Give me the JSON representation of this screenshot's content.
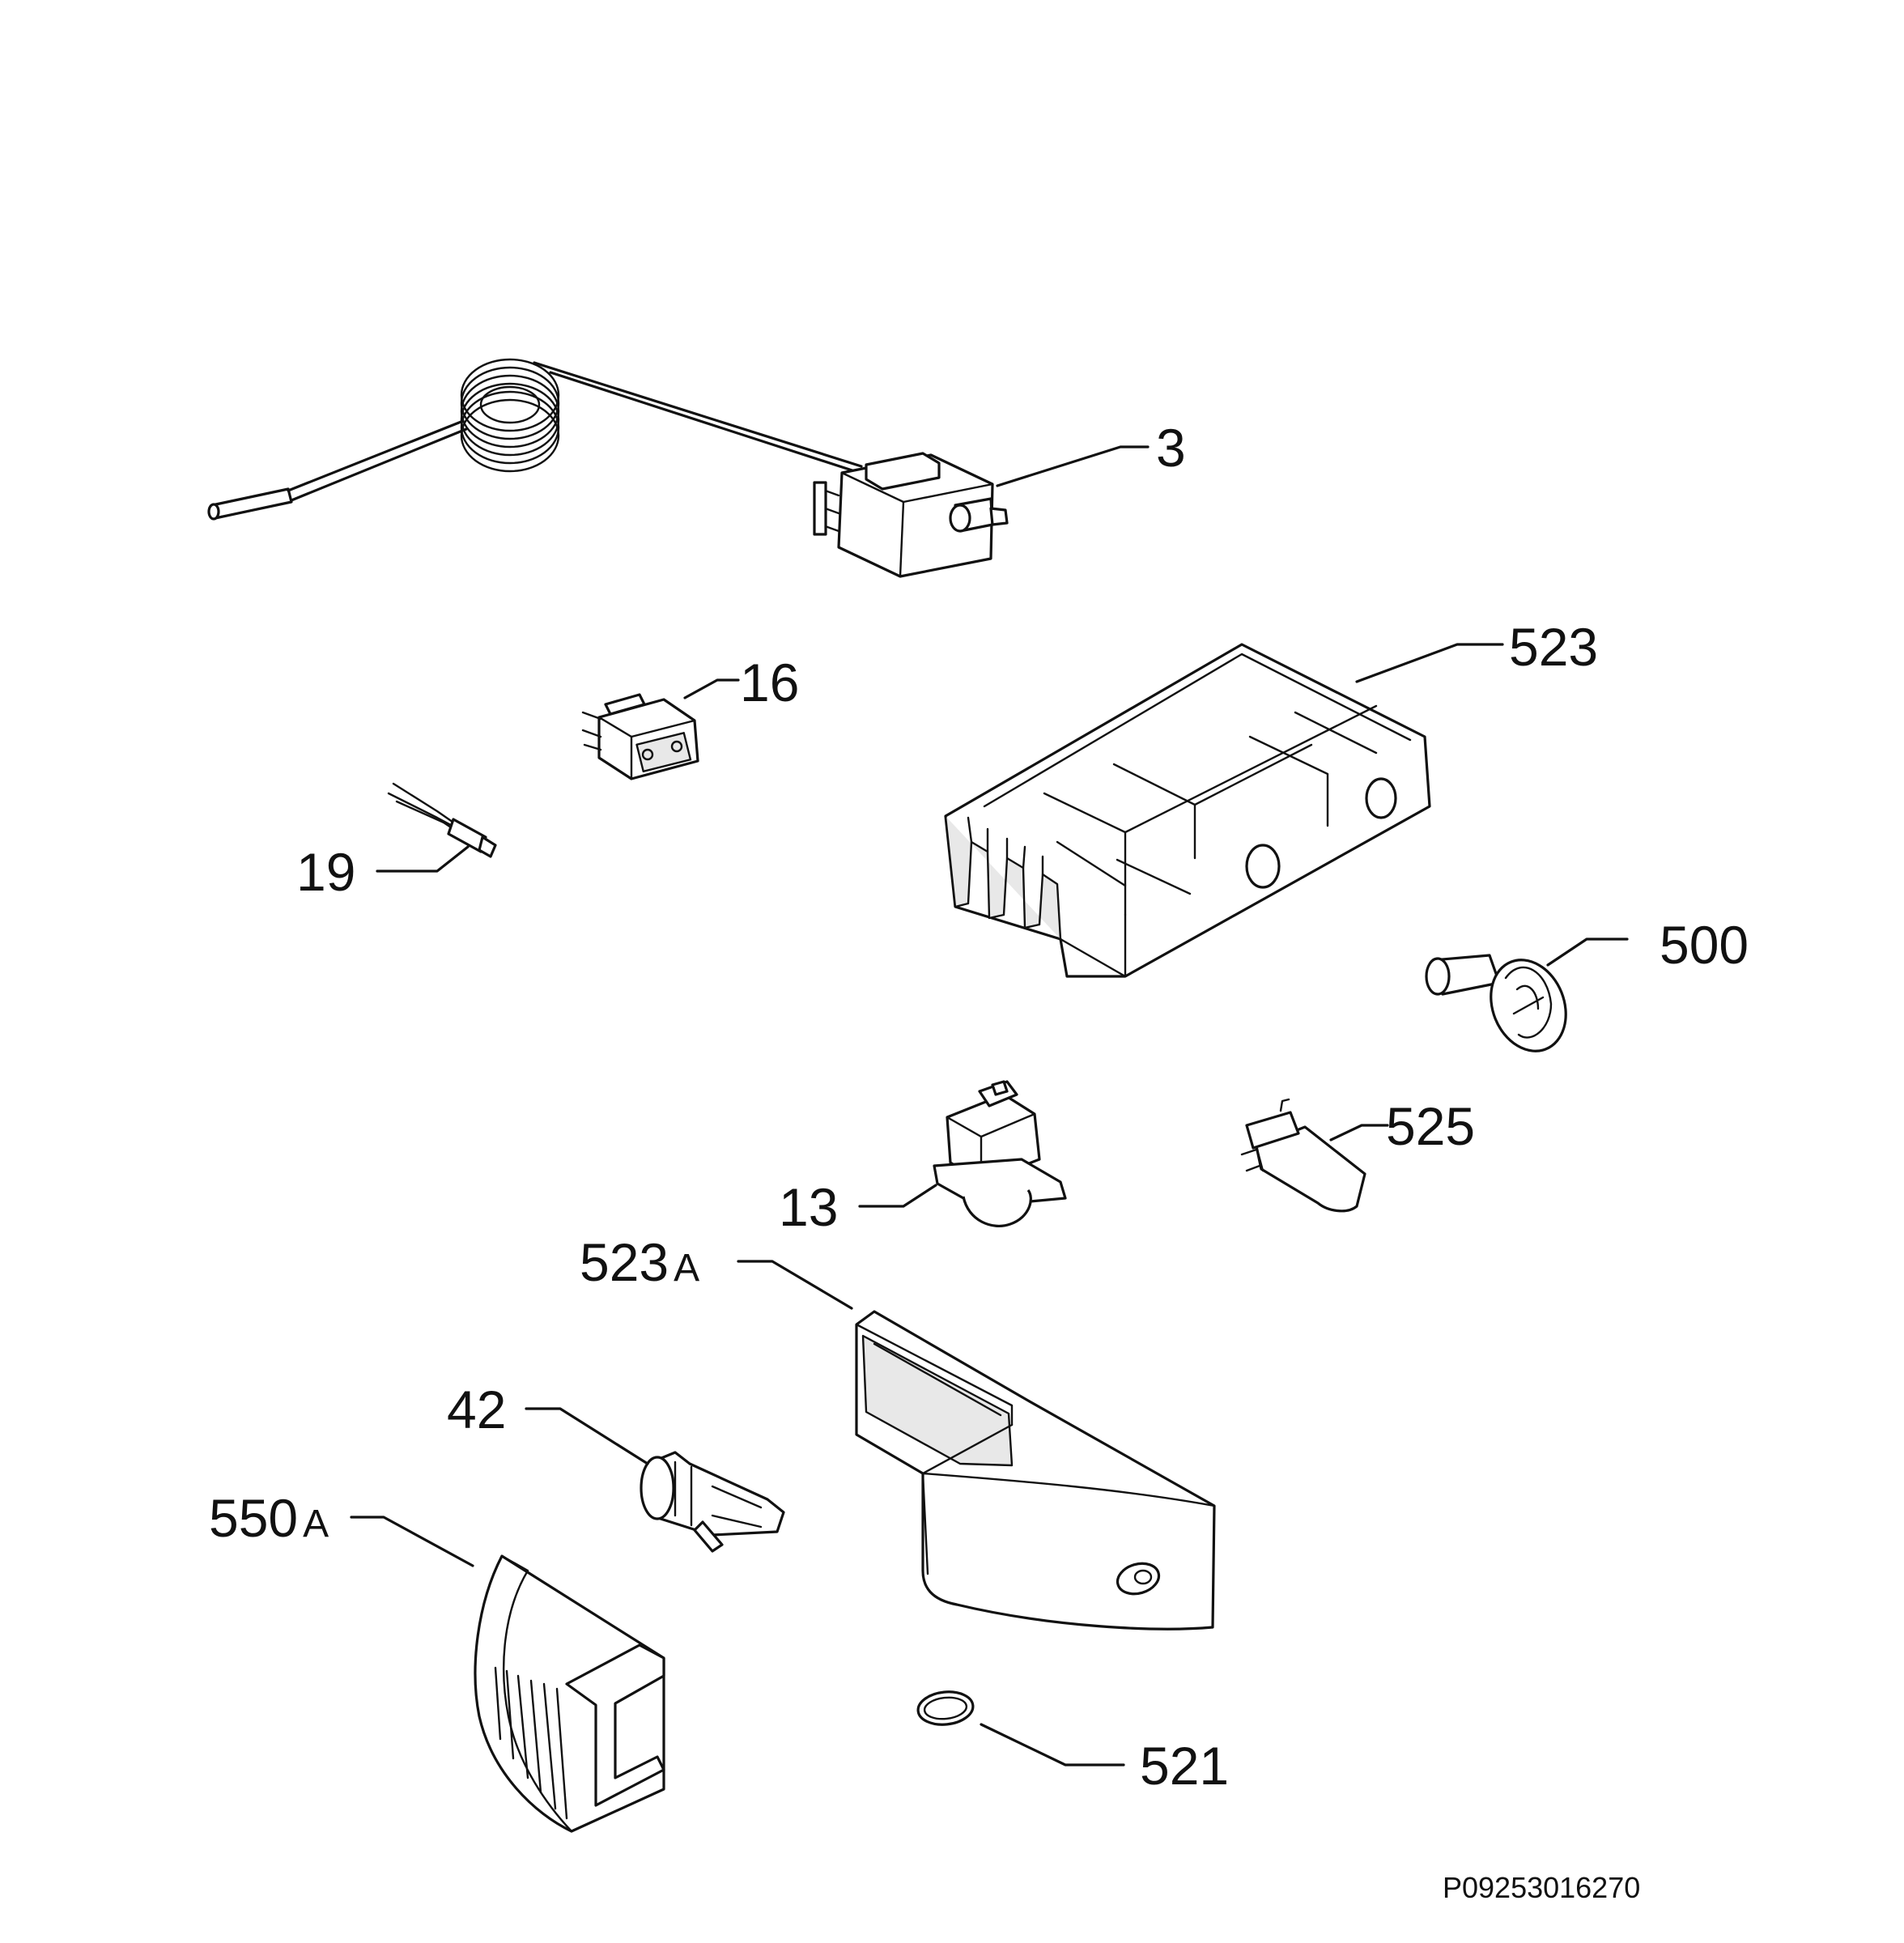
{
  "diagram_code": "P09253016270",
  "parts": [
    {
      "id": "thermostat",
      "label": "3"
    },
    {
      "id": "switch-rocker",
      "label": "16"
    },
    {
      "id": "sensor",
      "label": "19"
    },
    {
      "id": "housing",
      "label": "523"
    },
    {
      "id": "knob",
      "label": "500"
    },
    {
      "id": "door-switch",
      "label": "13"
    },
    {
      "id": "lamp",
      "label": "525"
    },
    {
      "id": "lamp-cover-main",
      "label": "523",
      "suffix": "A"
    },
    {
      "id": "lamp-holder",
      "label": "42"
    },
    {
      "id": "lamp-cover-end",
      "label": "550",
      "suffix": "A"
    },
    {
      "id": "o-ring",
      "label": "521"
    }
  ]
}
